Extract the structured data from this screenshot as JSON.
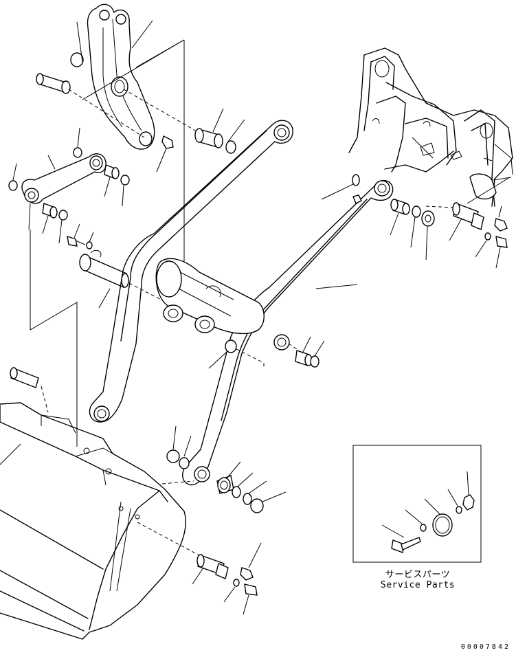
{
  "service_parts": {
    "label_jp": "サービスパーツ",
    "label_en": "Service Parts"
  },
  "drawing_number": "00007842"
}
